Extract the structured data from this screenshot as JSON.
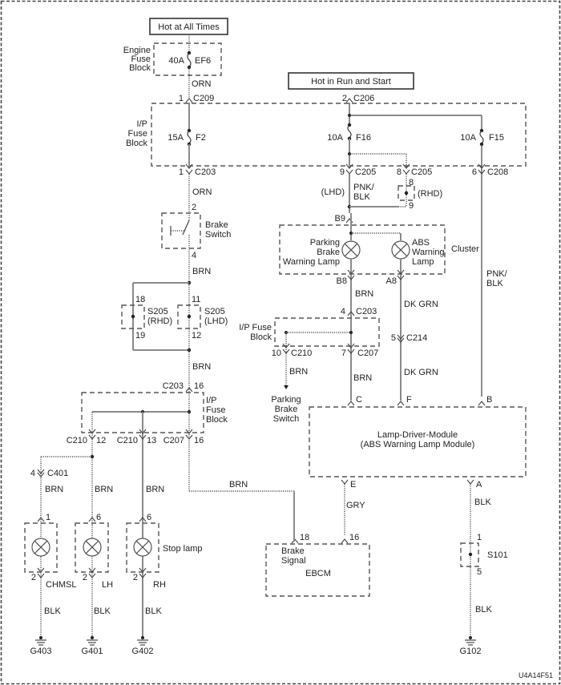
{
  "diagram_id": "U4A14F51",
  "power_labels": {
    "hot_at_all_times": "Hot at All Times",
    "hot_in_run_and_start": "Hot in Run and Start"
  },
  "engine_fuse_block": {
    "label_lines": [
      "Engine",
      "Fuse",
      "Block"
    ],
    "fuse_rating": "40A",
    "fuse_name": "EF6"
  },
  "ip_fuse_block_top": {
    "label_lines": [
      "I/P",
      "Fuse",
      "Block"
    ],
    "fuses": [
      {
        "rating": "15A",
        "name": "F2"
      },
      {
        "rating": "10A",
        "name": "F16"
      },
      {
        "rating": "10A",
        "name": "F15"
      }
    ]
  },
  "connectors": {
    "c209": {
      "pin": "1",
      "name": "C209"
    },
    "c206": {
      "pin": "2",
      "name": "C206"
    },
    "c203_top": {
      "pin": "1",
      "name": "C203"
    },
    "c205_9": {
      "pin": "9",
      "name": "C205"
    },
    "c205_8": {
      "pin": "8",
      "name": "C205"
    },
    "c208": {
      "pin": "6",
      "name": "C208"
    },
    "c203_cluster": {
      "pin": "4",
      "name": "C203"
    },
    "c210_10": {
      "pin": "10",
      "name": "C210"
    },
    "c207_7": {
      "pin": "7",
      "name": "C207"
    },
    "c214": {
      "pin": "5",
      "name": "C214"
    },
    "c203_16": {
      "pin": "16",
      "name": "C203"
    },
    "c210_12": {
      "pin": "12",
      "name": "C210"
    },
    "c210_13": {
      "pin": "13",
      "name": "C210"
    },
    "c207_16": {
      "pin": "16",
      "name": "C207"
    },
    "c401": {
      "pin": "4",
      "name": "C401"
    }
  },
  "wire_colors": {
    "orn1": "ORN",
    "orn2": "ORN",
    "brn_switch": "BRN",
    "brn_splice": "BRN",
    "pnk_blk_lhd": [
      "PNK/",
      "BLK"
    ],
    "pnk_blk_right": [
      "PNK/",
      "BLK"
    ],
    "brn_cluster": "BRN",
    "dk_grn1": "DK GRN",
    "dk_grn2": "DK GRN",
    "brn_park": "BRN",
    "brn_c": "BRN",
    "brn_chmsl": "BRN",
    "brn_lh": "BRN",
    "brn_rh": "BRN",
    "brn_ebcm": "BRN",
    "gry": "GRY",
    "blk_a": "BLK",
    "blk_g102": "BLK",
    "blk_chmsl": "BLK",
    "blk_lh": "BLK",
    "blk_rh": "BLK"
  },
  "lhd_label": "(LHD)",
  "rhd_label": "(RHD)",
  "rhd_splice": {
    "pin_top": "8",
    "pin_bottom": "9"
  },
  "brake_switch": {
    "label_lines": [
      "Brake",
      "Switch"
    ],
    "pin_top": "2",
    "pin_bottom": "4"
  },
  "s205_rhd": {
    "name": "S205",
    "variant": "(RHD)",
    "pin_top": "18",
    "pin_bottom": "19"
  },
  "s205_lhd": {
    "name": "S205",
    "variant": "(LHD)",
    "pin_top": "11",
    "pin_bottom": "12"
  },
  "cluster": {
    "label": "Cluster",
    "pin_in": "B9",
    "pin_park": "B8",
    "pin_abs": "A8",
    "parking_lamp_lines": [
      "Parking",
      "Brake",
      "Warning Lamp"
    ],
    "abs_lamp_lines": [
      "ABS",
      "Warning",
      "Lamp"
    ]
  },
  "ip_fuse_block_mid": {
    "label_lines": [
      "I/P Fuse",
      "Block"
    ]
  },
  "ip_fuse_block_low": {
    "label_lines": [
      "I/P",
      "Fuse",
      "Block"
    ]
  },
  "parking_brake_switch": {
    "label_lines": [
      "Parking",
      "Brake",
      "Switch"
    ]
  },
  "lamp_driver_module": {
    "title": "Lamp-Driver-Module",
    "subtitle": "(ABS Warning Lamp Module)",
    "pins": {
      "c": "C",
      "f": "F",
      "b": "B",
      "e": "E",
      "a": "A"
    }
  },
  "ebcm": {
    "title": "EBCM",
    "signal_lines": [
      "Brake",
      "Signal"
    ],
    "pin_brake": "18",
    "pin_gry": "16"
  },
  "s101": {
    "name": "S101",
    "pin_top": "1",
    "pin_bottom": "5"
  },
  "stop_lamps": {
    "label": "Stop lamp",
    "lamps": [
      {
        "name": "CHMSL",
        "pin_top": "1",
        "pin_bottom": "2",
        "ground": "G403"
      },
      {
        "name": "LH",
        "pin_top": "6",
        "pin_bottom": "2",
        "ground": "G401"
      },
      {
        "name": "RH",
        "pin_top": "6",
        "pin_bottom": "2",
        "ground": "G402"
      }
    ]
  },
  "g102": "G102"
}
